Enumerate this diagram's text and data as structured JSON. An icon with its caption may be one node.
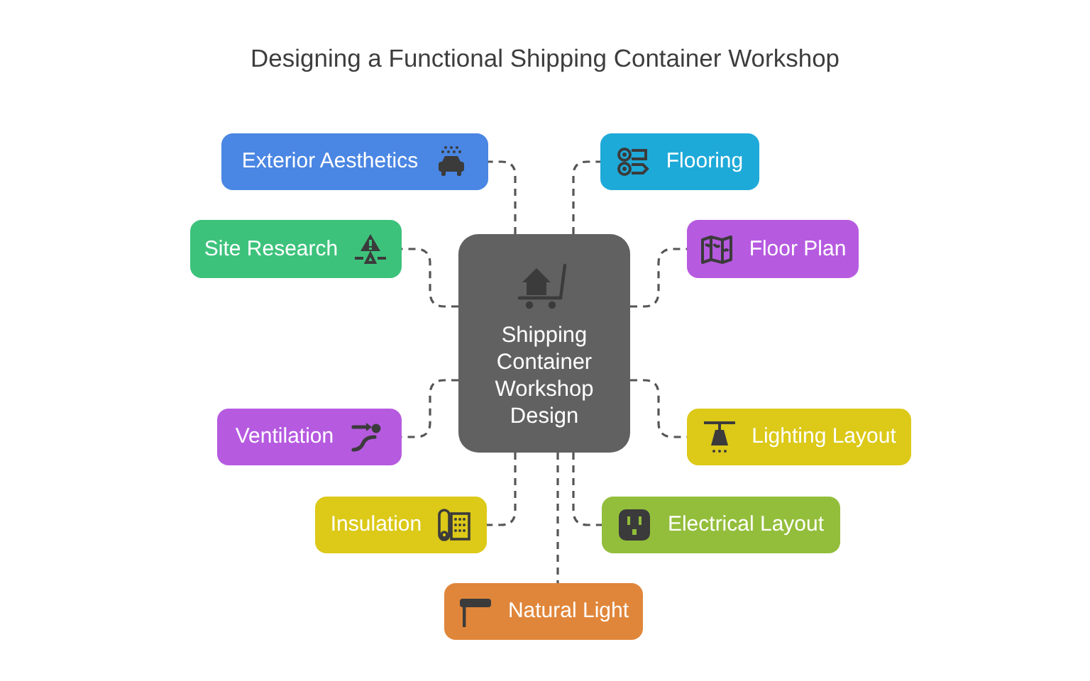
{
  "diagram": {
    "title": "Designing a Functional Shipping Container Workshop",
    "nodes": [
      {
        "text": [
          "Shipping Container Workshop Design"
        ]
      },
      {
        "text": [
          "Exterior Aesthetics"
        ]
      },
      {
        "text": [
          "Flooring"
        ]
      },
      {
        "text": [
          "Site Research"
        ]
      },
      {
        "text": [
          "Floor Plan"
        ]
      },
      {
        "text": [
          "Ventilation"
        ]
      },
      {
        "text": [
          "Lighting Layout"
        ]
      },
      {
        "text": [
          "Insulation"
        ]
      },
      {
        "text": [
          "Electrical Layout"
        ]
      },
      {
        "text": [
          "Natural Light"
        ]
      }
    ],
    "edges": [
      {
        "from": 0,
        "to": 1,
        "arrow": "none",
        "style": "dashed"
      },
      {
        "from": 0,
        "to": 2,
        "arrow": "none",
        "style": "dashed"
      },
      {
        "from": 0,
        "to": 3,
        "arrow": "none",
        "style": "dashed"
      },
      {
        "from": 0,
        "to": 4,
        "arrow": "none",
        "style": "dashed"
      },
      {
        "from": 0,
        "to": 5,
        "arrow": "none",
        "style": "dashed"
      },
      {
        "from": 0,
        "to": 6,
        "arrow": "none",
        "style": "dashed"
      },
      {
        "from": 0,
        "to": 7,
        "arrow": "none",
        "style": "dashed"
      },
      {
        "from": 0,
        "to": 8,
        "arrow": "none",
        "style": "dashed"
      },
      {
        "from": 0,
        "to": 9,
        "arrow": "none",
        "style": "dashed"
      }
    ]
  }
}
